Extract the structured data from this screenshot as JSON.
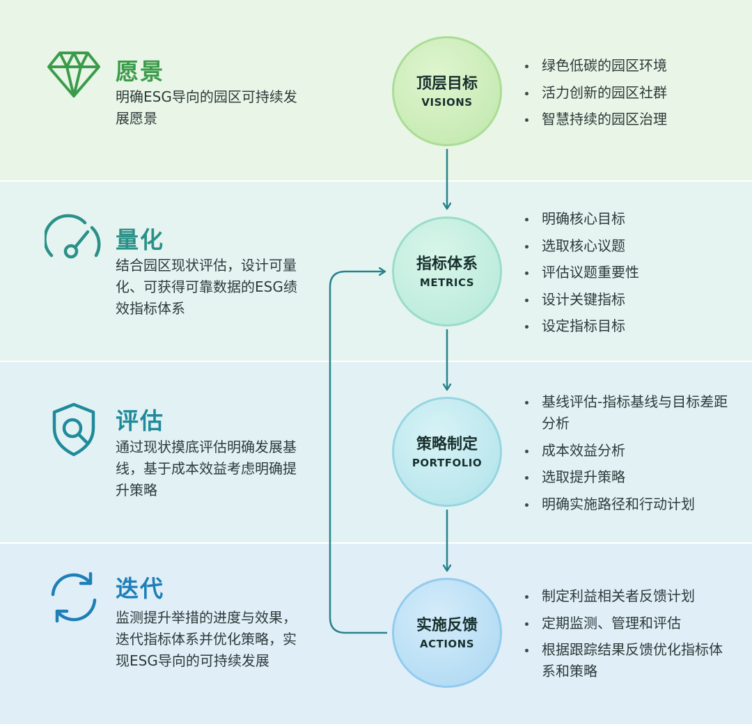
{
  "stages": [
    {
      "title": "愿景",
      "description": "明确ESG导向的园区可持续发展愿景",
      "icon": "diamond-icon",
      "color": "#3a9b4a",
      "circle": {
        "zh": "顶层目标",
        "en": "VISIONS"
      },
      "bullets": [
        "绿色低碳的园区环境",
        "活力创新的园区社群",
        "智慧持续的园区治理"
      ]
    },
    {
      "title": "量化",
      "description": "结合园区现状评估，设计可量化、可获得可靠数据的ESG绩效指标体系",
      "icon": "gauge-icon",
      "color": "#2a9088",
      "circle": {
        "zh": "指标体系",
        "en": "METRICS"
      },
      "bullets": [
        "明确核心目标",
        "选取核心议题",
        "评估议题重要性",
        "设计关键指标",
        "设定指标目标"
      ]
    },
    {
      "title": "评估",
      "description": "通过现状摸底评估明确发展基线，基于成本效益考虑明确提升策略",
      "icon": "shield-search-icon",
      "color": "#1f8a9a",
      "circle": {
        "zh": "策略制定",
        "en": "PORTFOLIO"
      },
      "bullets": [
        "基线评估-指标基线与目标差距分析",
        "成本效益分析",
        "选取提升策略",
        "明确实施路径和行动计划"
      ]
    },
    {
      "title": "迭代",
      "description": "监测提升举措的进度与效果，迭代指标体系并优化策略，实现ESG导向的可持续发展",
      "icon": "refresh-icon",
      "color": "#1d7fb8",
      "circle": {
        "zh": "实施反馈",
        "en": "ACTIONS"
      },
      "bullets": [
        "制定利益相关者反馈计划",
        "定期监测、管理和评估",
        "根据跟踪结果反馈优化指标体系和策略"
      ]
    }
  ],
  "arrow_color": "#27838a"
}
